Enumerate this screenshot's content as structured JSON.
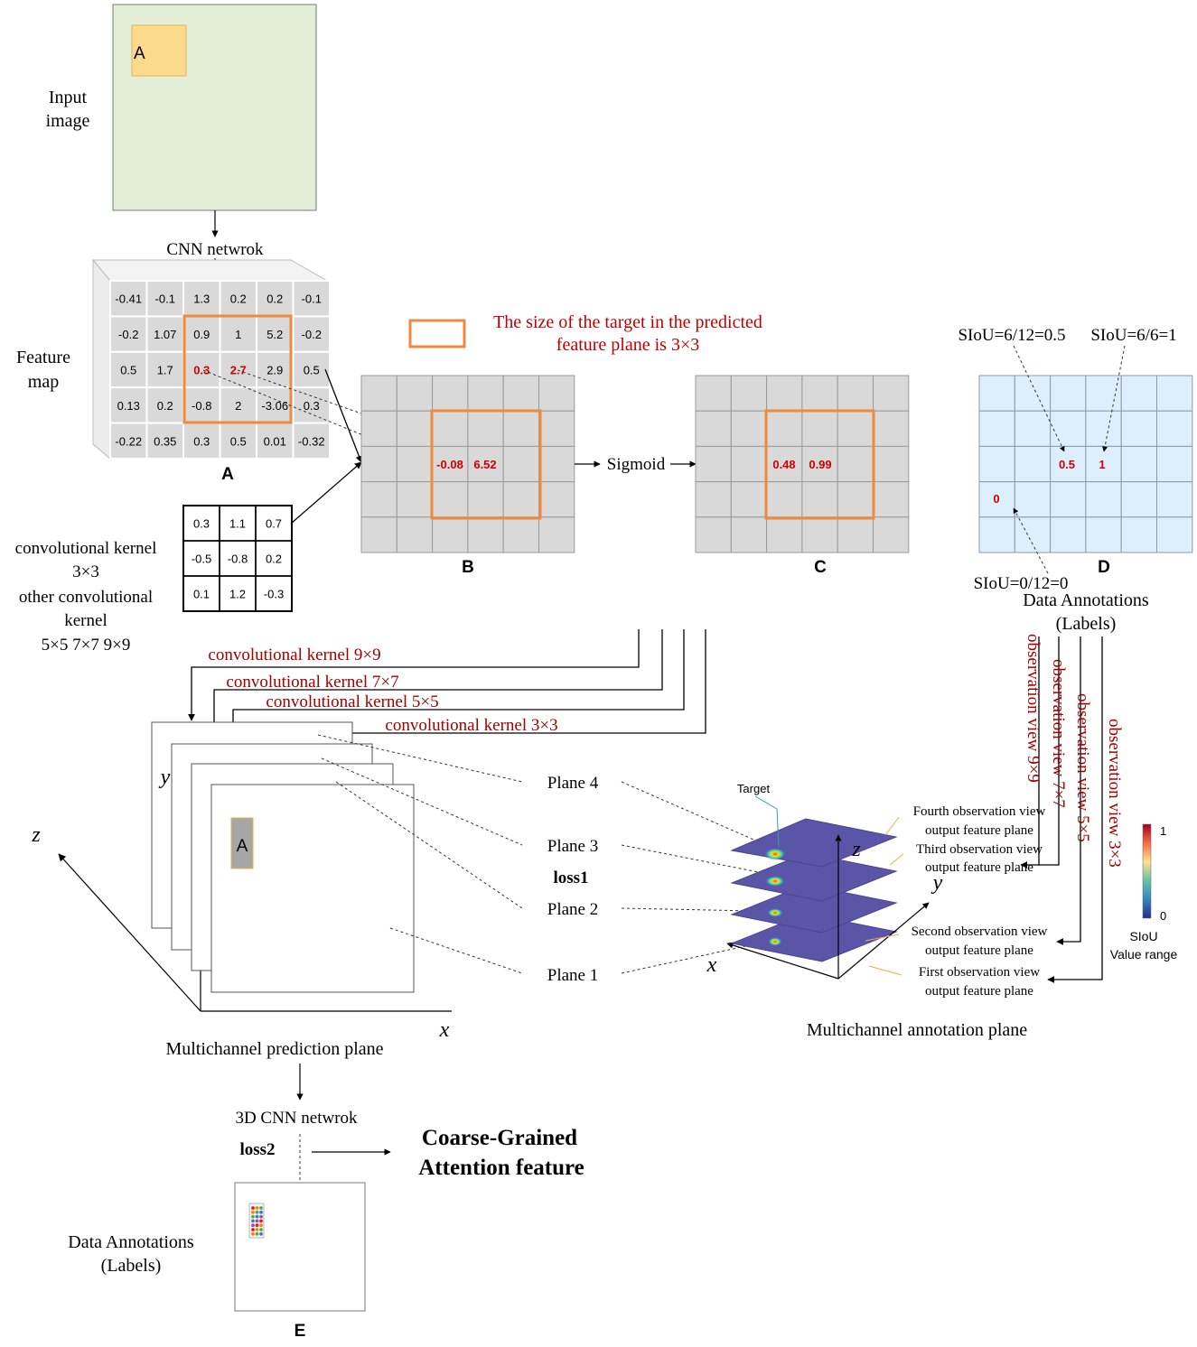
{
  "input": {
    "label_line1": "Input",
    "label_line2": "image",
    "region_label": "A"
  },
  "cnn_label": "CNN netwrok",
  "feature_map": {
    "label_line1": "Feature",
    "label_line2": "map",
    "panel_letter": "A",
    "rows": [
      [
        "-0.41",
        "-0.1",
        "1.3",
        "0.2",
        "0.2",
        "-0.1"
      ],
      [
        "-0.2",
        "1.07",
        "0.9",
        "1",
        "5.2",
        "-0.2"
      ],
      [
        "0.5",
        "1.7",
        "0.3",
        "2.7",
        "2.9",
        "0.5"
      ],
      [
        "0.13",
        "0.2",
        "-0.8",
        "2",
        "-3.06",
        "0.3"
      ],
      [
        "-0.22",
        "0.35",
        "0.3",
        "0.5",
        "0.01",
        "-0.32"
      ]
    ]
  },
  "kernel": {
    "label_line1": "convolutional kernel",
    "label_line2": "3×3",
    "label_line3": "other convolutional",
    "label_line4": "kernel",
    "label_line5": "5×5 7×7 9×9",
    "rows": [
      [
        "0.3",
        "1.1",
        "0.7"
      ],
      [
        "-0.5",
        "-0.8",
        "0.2"
      ],
      [
        "0.1",
        "1.2",
        "-0.3"
      ]
    ]
  },
  "legend": {
    "line1": "The size of the target in the predicted",
    "line2": "feature plane is 3×3"
  },
  "grid_b": {
    "letter": "B",
    "v1": "-0.08",
    "v2": "6.52"
  },
  "sigmoid_label": "Sigmoid",
  "grid_c": {
    "letter": "C",
    "v1": "0.48",
    "v2": "0.99"
  },
  "grid_d": {
    "letter": "D",
    "v1": "0.5",
    "v2": "1",
    "v0": "0",
    "siou1": "SIoU=6/12=0.5",
    "siou2": "SIoU=6/6=1",
    "siou0": "SIoU=0/12=0",
    "labels_line1": "Data Annotations",
    "labels_line2": "(Labels)"
  },
  "kernels": [
    "convolutional kernel 9×9",
    "convolutional kernel 7×7",
    "convolutional kernel 5×5",
    "convolutional kernel 3×3"
  ],
  "observation_views": [
    "observation view 9×9",
    "observation view 7×7",
    "observation view 5×5",
    "observation view 3×3"
  ],
  "prediction": {
    "axis_x": "x",
    "axis_y": "y",
    "axis_z": "z",
    "region_label": "A",
    "title": "Multichannel prediction plane"
  },
  "planes": [
    "Plane 4",
    "Plane 3",
    "Plane 2",
    "Plane 1"
  ],
  "loss1": "loss1",
  "annotation_plane": {
    "target": "Target",
    "axis_z": "z",
    "axis_y": "y",
    "axis_x": "x",
    "title": "Multichannel annotation plane",
    "outputs": [
      [
        "Fourth observation view",
        "output feature plane"
      ],
      [
        "Third observation view",
        "output feature plane"
      ],
      [
        "Second observation view",
        "output feature plane"
      ],
      [
        "First observation view",
        "output feature plane"
      ]
    ],
    "colorbar_max": "1",
    "colorbar_min": "0",
    "colorbar_label_line1": "SIoU",
    "colorbar_label_line2": "Value range"
  },
  "bottom": {
    "cnn3d": "3D CNN netwrok",
    "loss2": "loss2",
    "result_line1": "Coarse-Grained",
    "result_line2": "Attention feature",
    "labels_line1": "Data Annotations",
    "labels_line2": "(Labels)",
    "letter": "E"
  },
  "colors": {
    "orange": "#f0893c",
    "red": "#c00000",
    "dark_red": "#a00000",
    "grid_gray": "#d9d9d9",
    "light_blue": "#ddeefc",
    "input_green": "#e2eed6",
    "plane_purple": "#5b55a8"
  }
}
